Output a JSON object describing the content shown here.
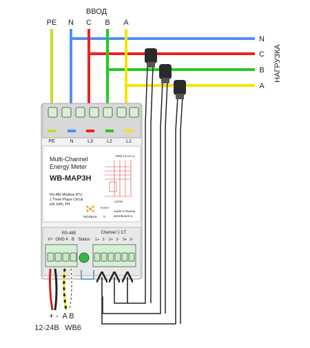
{
  "header": {
    "input_label": "ВВОД",
    "load_label": "НАГРУЗКА"
  },
  "colors": {
    "pe": "#c8dc1e",
    "n": "#4f8ff7",
    "c": "#ee2222",
    "b": "#22cc22",
    "a": "#f5e400",
    "device_body": "#f2f2f2",
    "terminal_block": "#d8d8d8",
    "status_led": "#3ab24a",
    "ct_core": "#2b2b2b",
    "modbus_logo": "#f0a030",
    "load_schematic": "#e03838"
  },
  "input_wires": [
    "PE",
    "N",
    "C",
    "B",
    "A"
  ],
  "output_wires": [
    "N",
    "C",
    "B",
    "A"
  ],
  "top_terminals": [
    "PE",
    "N",
    "L3",
    "L2",
    "L1"
  ],
  "device": {
    "title_line1": "Multi-Channel",
    "title_line2": "Energy Meter",
    "model": "WB-MAP3H",
    "spec_line1": "RS-485 Modbus RTU",
    "spec_line2": "1 Three Phase Circuit",
    "spec_line3": "kW, kWh, PH",
    "modbus_label": "MODBUS",
    "supply_voltage": "9-24V",
    "supply_polarity": "V-",
    "made_line1": "made in Russia",
    "made_line2": "wirenboard.ru",
    "pen_label": "PEN L3 L2 L1",
    "load_label": "LOAD"
  },
  "bottom_terminals": {
    "rs485_label": "RS-485",
    "power_labels": [
      "V+",
      "GND",
      "A",
      "B"
    ],
    "status_label": "Status",
    "ct_channel_label": "Channel 1 CT",
    "ct_terminals": [
      "1+",
      "1-",
      "2+",
      "2-",
      "3+",
      "3-"
    ]
  },
  "footer": {
    "power_signs": "+ -",
    "bus_letters": "A B",
    "power_caption": "12-24В",
    "bus_caption": "WB6"
  }
}
